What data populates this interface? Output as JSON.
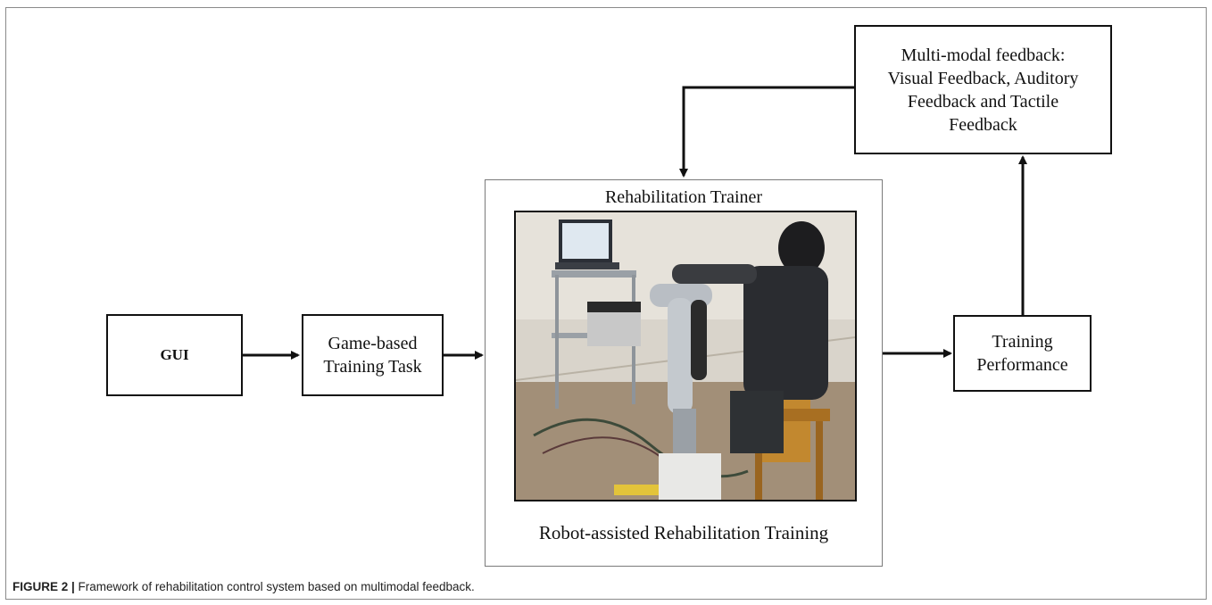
{
  "nodes": {
    "gui": "GUI",
    "game_task": [
      "Game-based",
      "Training Task"
    ],
    "trainer_title": "Rehabilitation Trainer",
    "trainer_caption": "Robot-assisted Rehabilitation Training",
    "training_performance": [
      "Training",
      "Performance"
    ],
    "multimodal_feedback": [
      "Multi-modal feedback:",
      "Visual Feedback, Auditory",
      "Feedback and Tactile",
      "Feedback"
    ]
  },
  "figure_caption": {
    "label": "FIGURE 2 |",
    "text": " Framework of rehabilitation control system based on multimodal feedback."
  },
  "colors": {
    "line": "#111111",
    "frame": "#8a8a8a"
  }
}
